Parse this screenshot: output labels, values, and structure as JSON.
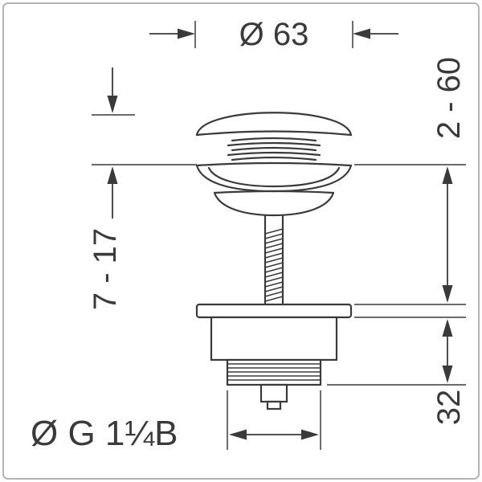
{
  "colors": {
    "line": "#3a3a3a",
    "frame": "#b4b4b4",
    "background": "#ffffff"
  },
  "dimensions": {
    "top_diameter": "Ø 63",
    "left_range": "7 - 17",
    "right_range": "2 - 60",
    "right_depth": "32",
    "thread_size": "Ø G 1¼B"
  }
}
